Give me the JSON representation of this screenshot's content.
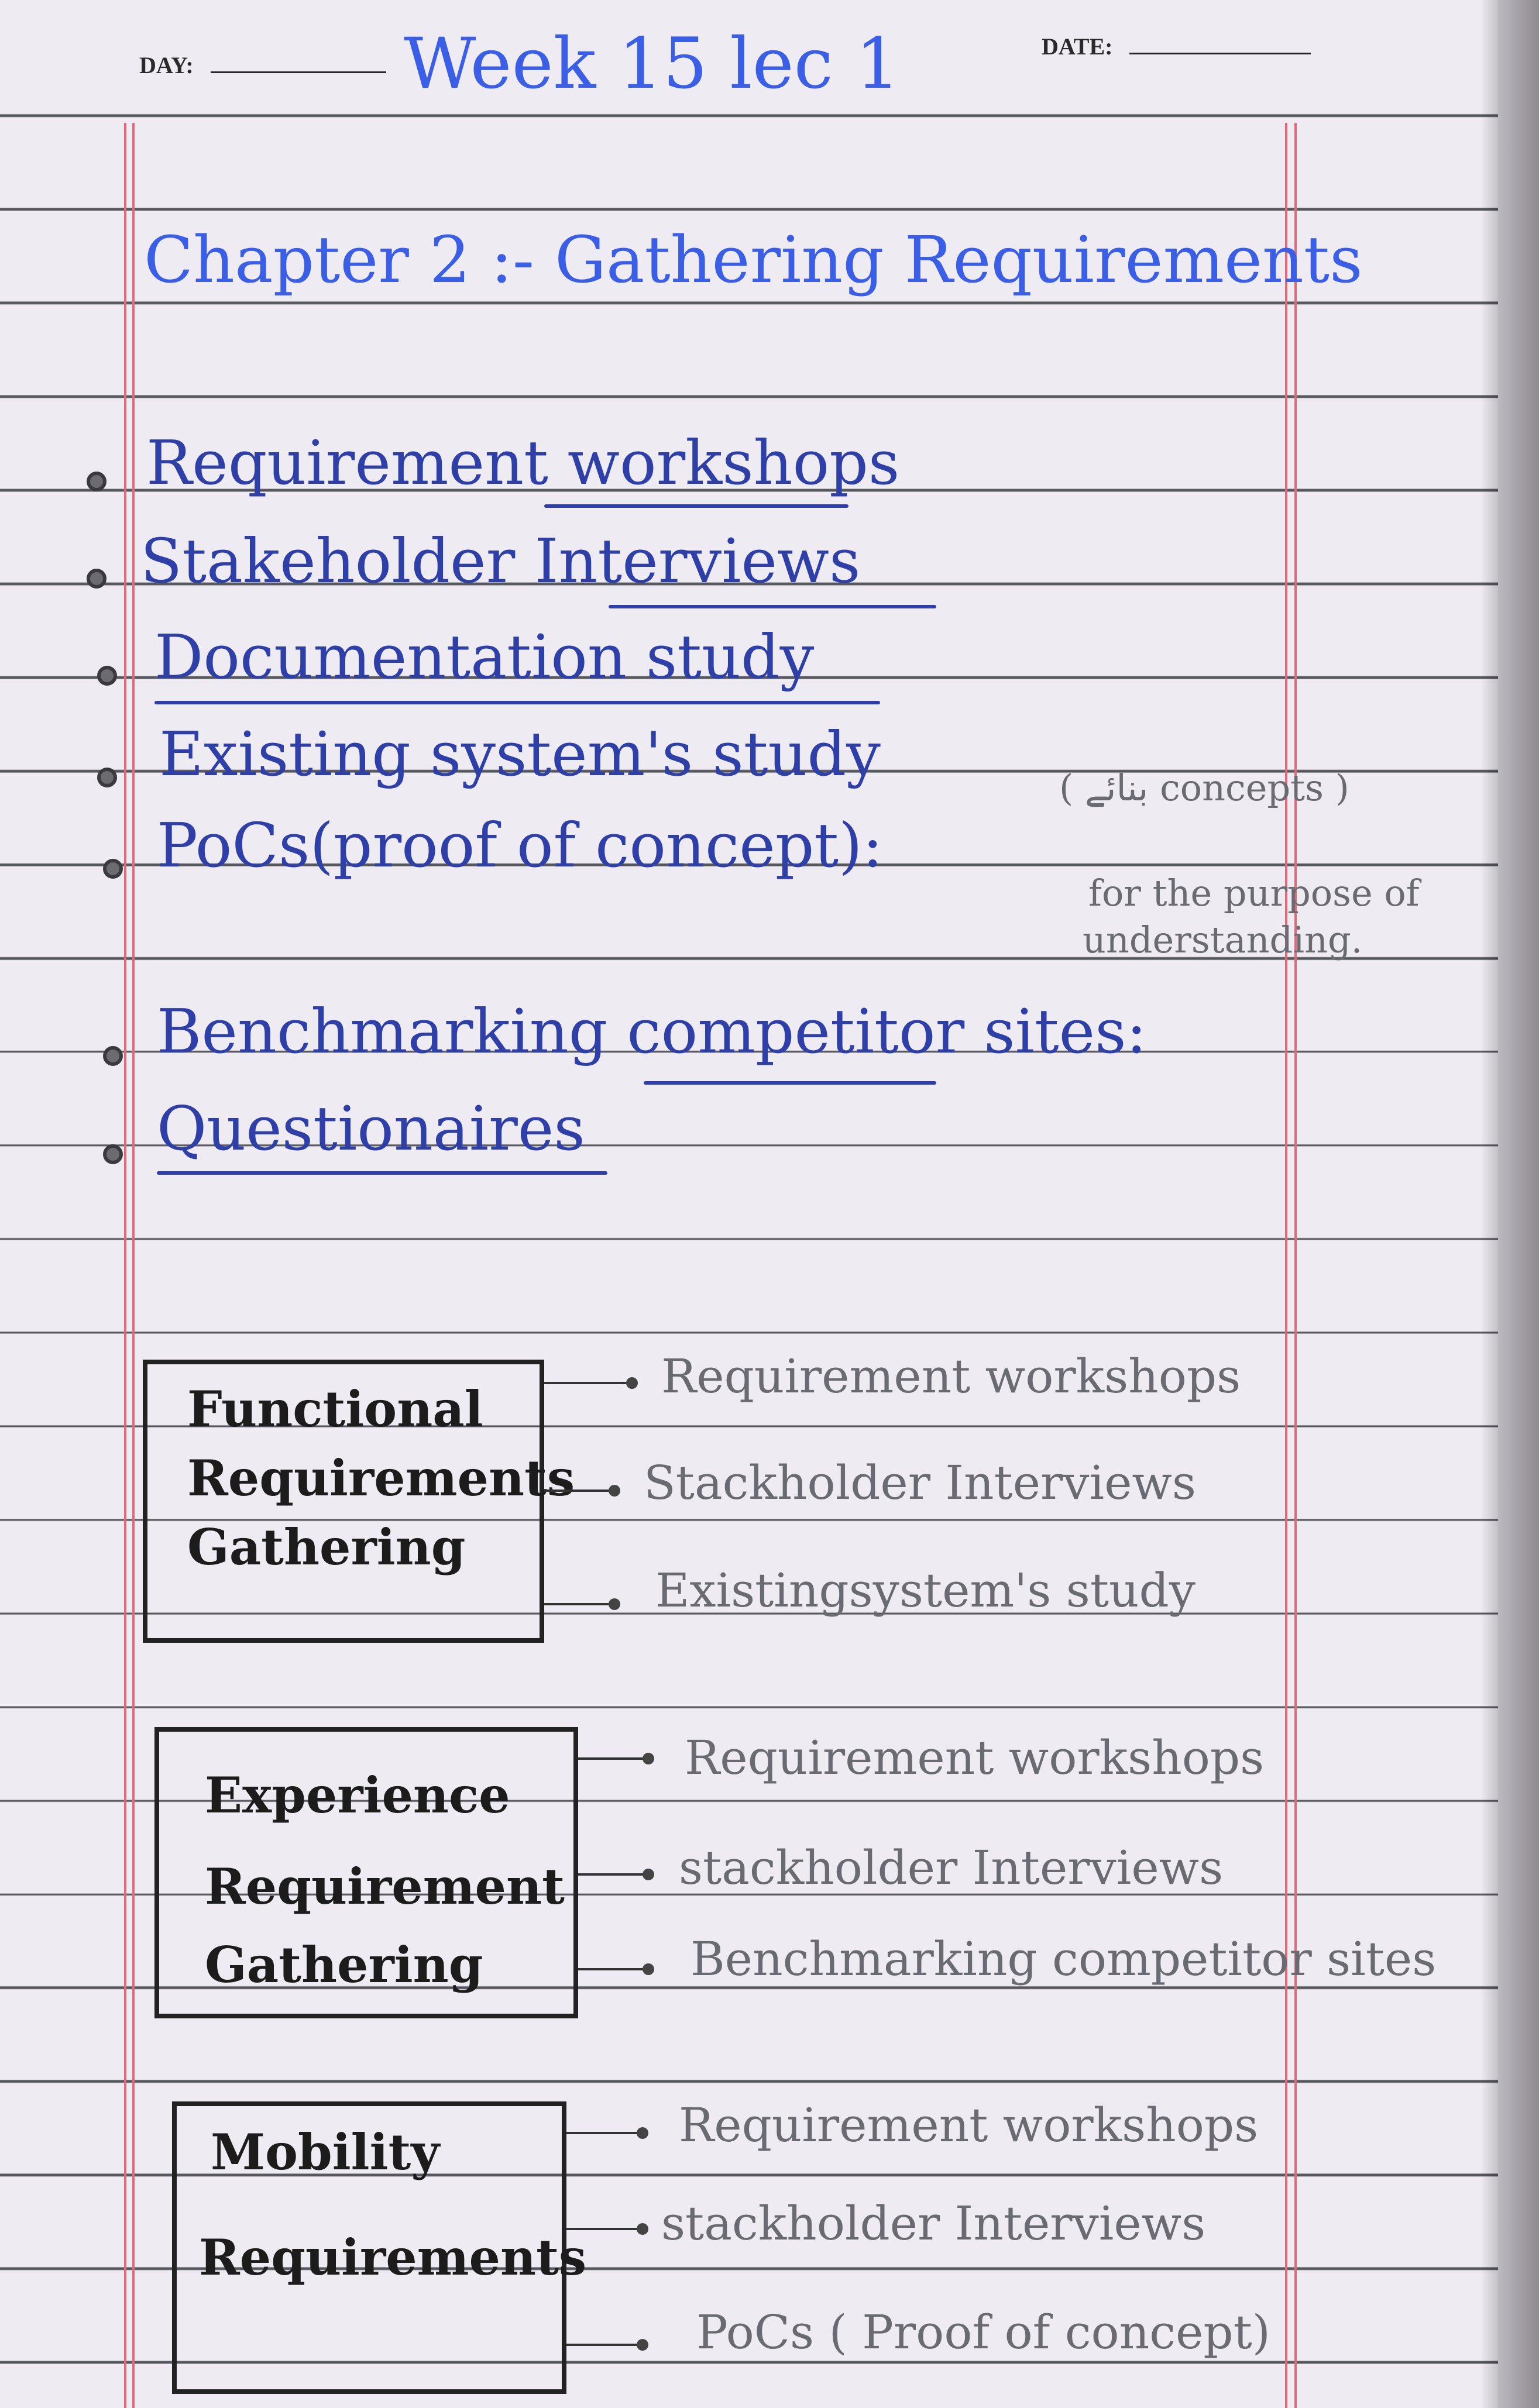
{
  "header": {
    "day_label": "DAY:",
    "date_label": "DATE:",
    "title": "Week 15 lec 1"
  },
  "chapter_title": "Chapter 2 :- Gathering Requirements",
  "bullets": [
    {
      "text": "Requirement workshops"
    },
    {
      "text": "Stakeholder Interviews"
    },
    {
      "text": "Documentation study"
    },
    {
      "text": "Existing system's study"
    },
    {
      "text": "PoCs(proof of concept):"
    },
    {
      "text": "Benchmarking competitor sites:"
    },
    {
      "text": "Questionaires"
    }
  ],
  "poc_note": {
    "line1": "( بنائے concepts )",
    "line2": "for the purpose of",
    "line3": "understanding."
  },
  "groups": [
    {
      "lines": [
        "Functional",
        "Requirements",
        "Gathering"
      ],
      "items": [
        "Requirement workshops",
        "Stackholder Interviews",
        "Existingsystem's study"
      ]
    },
    {
      "lines": [
        "Experience",
        "Requirement",
        "Gathering"
      ],
      "items": [
        "Requirement workshops",
        "stackholder Interviews",
        "Benchmarking competitor sites"
      ]
    },
    {
      "lines": [
        "Mobility",
        "Requirements"
      ],
      "items": [
        "Requirement workshops",
        "stackholder Interviews",
        "PoCs ( Proof of concept)"
      ]
    }
  ]
}
